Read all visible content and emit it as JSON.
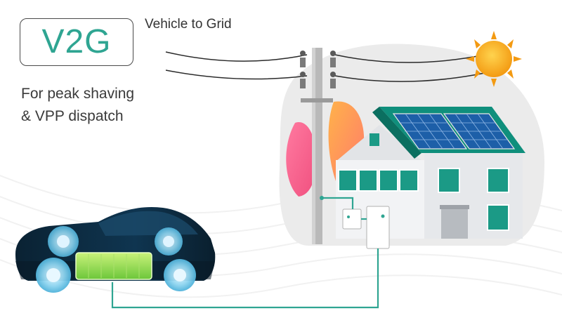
{
  "badge": {
    "text": "V2G"
  },
  "subtitle": "Vehicle to Grid",
  "caption": {
    "line1": "For peak shaving",
    "line2": "& VPP dispatch"
  },
  "colors": {
    "accent": "#2fa592",
    "panel": "#1d5fa8",
    "house": "#eef0f2",
    "roof": "#0f8f7c",
    "sun": "#f7a21b"
  },
  "icons": [
    "sun-icon",
    "solar-panel-icon",
    "utility-pole-icon",
    "house-icon",
    "electric-car-icon",
    "battery-icon",
    "inverter-icon",
    "home-battery-icon"
  ]
}
